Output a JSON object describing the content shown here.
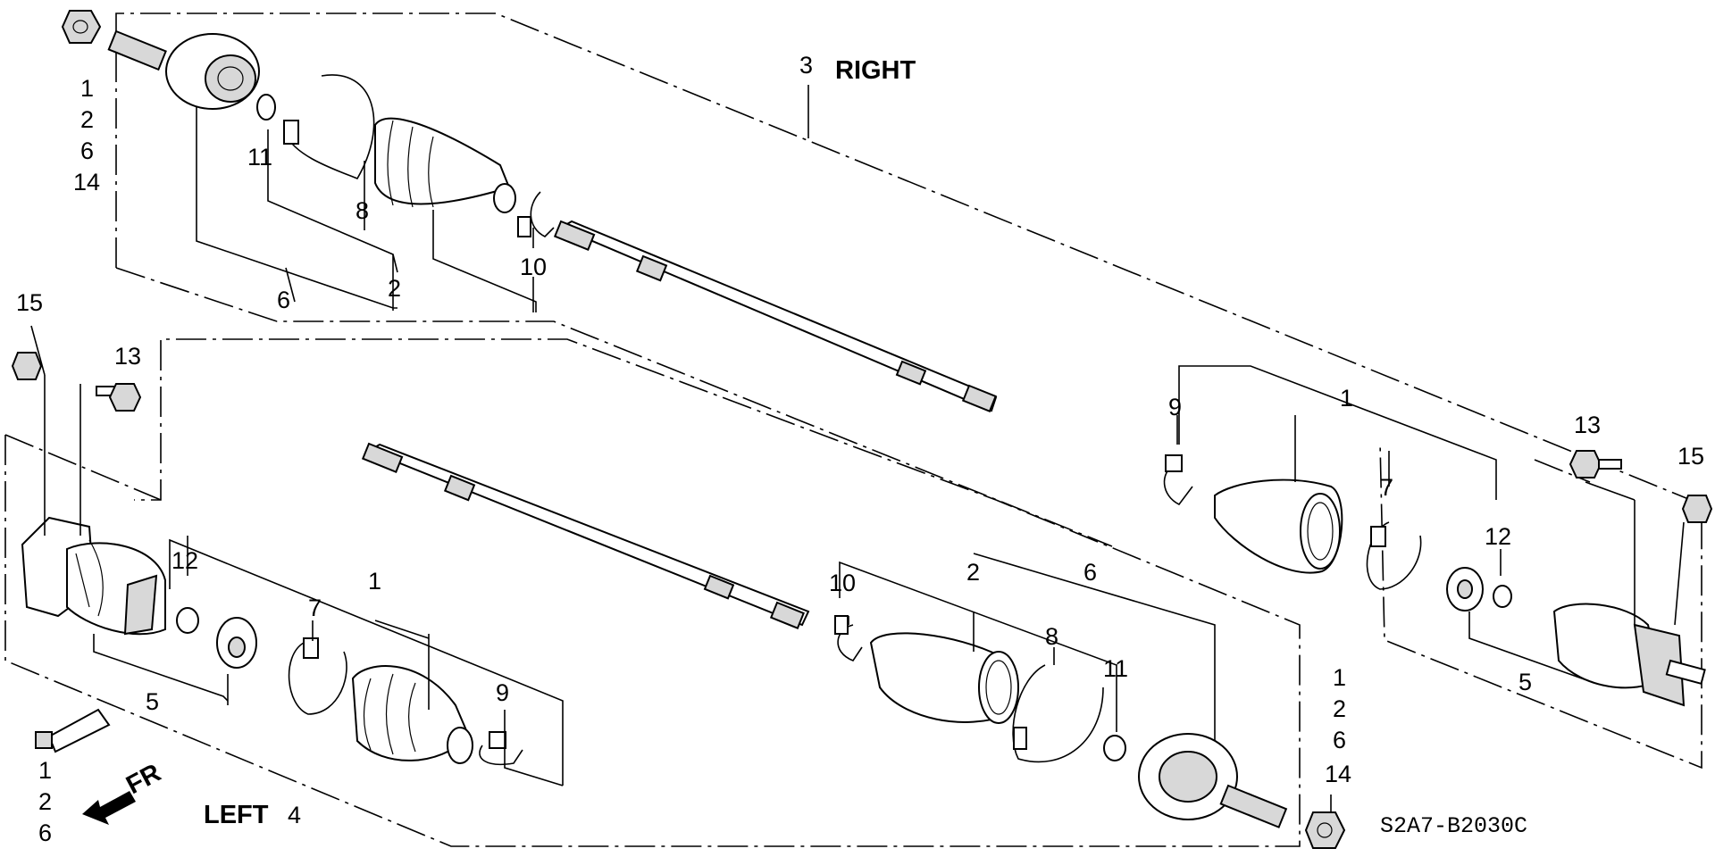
{
  "titles": {
    "right": "RIGHT",
    "left": "LEFT",
    "right_ref": "3",
    "left_ref": "4",
    "fr": "FR"
  },
  "diagram_code": "S2A7-B2030C",
  "right_assembly": {
    "top_stack": [
      "1",
      "2",
      "6",
      "14"
    ],
    "callouts": {
      "c11": "11",
      "c8": "8",
      "c10": "10",
      "c2": "2",
      "c6": "6"
    },
    "inboard": {
      "c1": "1",
      "c9": "9",
      "c7": "7",
      "c12": "12",
      "c13": "13",
      "c15": "15",
      "c5": "5"
    }
  },
  "left_assembly": {
    "callouts": {
      "c15": "15",
      "c13": "13",
      "c12": "12",
      "c1": "1",
      "c7": "7",
      "c9": "9",
      "c5": "5"
    },
    "outboard": {
      "c10": "10",
      "c2": "2",
      "c6": "6",
      "c8": "8",
      "c11": "11"
    },
    "bottom_stack": [
      "1",
      "2",
      "6",
      "14"
    ],
    "grease_stack": [
      "1",
      "2",
      "6"
    ]
  }
}
